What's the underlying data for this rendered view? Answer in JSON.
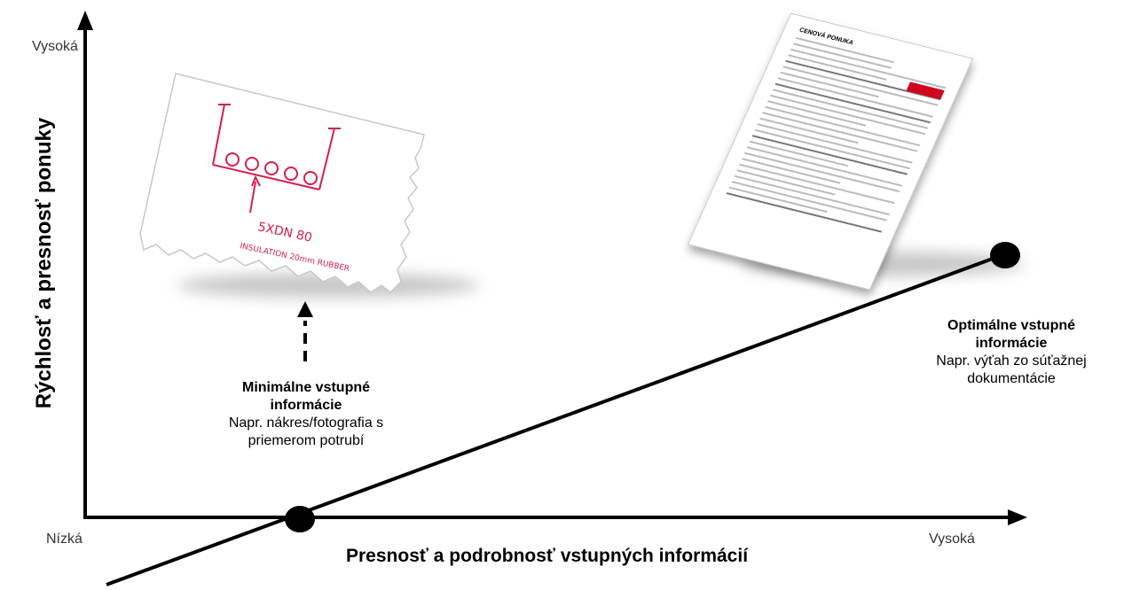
{
  "axes": {
    "y_title": "Rýchlosť a presnosť ponuky",
    "x_title": "Presnosť a podrobnosť vstupných informácií",
    "y_high": "Vysoká",
    "x_low": "Nízká",
    "x_high": "Vysoká"
  },
  "sketch": {
    "note_line1": "5XDN 80",
    "note_line2": "INSULATION 20mm RUBBER"
  },
  "document": {
    "title": "CENOVÁ PONUKA"
  },
  "points": [
    {
      "title": "Minimálne vstupné informácie",
      "desc": "Napr. nákres/fotografia s priemerom potrubí"
    },
    {
      "title": "Optimálne vstupné informácie",
      "desc": "Napr. výťah zo súťažnej dokumentácie"
    }
  ],
  "colors": {
    "sketch_red": "#d81e4a",
    "brand_red": "#d2051e"
  }
}
